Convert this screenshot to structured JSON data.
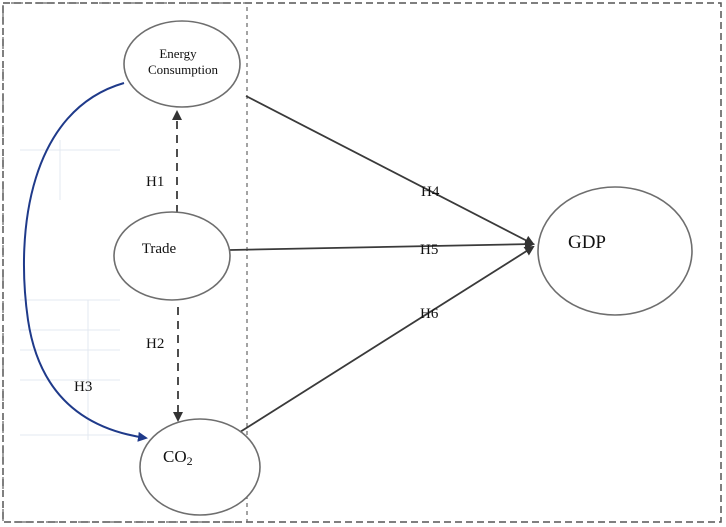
{
  "nodes": {
    "energy": {
      "line1": "Energy",
      "line2": "Consumption"
    },
    "trade": {
      "label": "Trade"
    },
    "co2": {
      "base": "CO",
      "sub": "2"
    },
    "gdp": {
      "label": "GDP"
    }
  },
  "edges": {
    "h1": "H1",
    "h2": "H2",
    "h3": "H3",
    "h4": "H4",
    "h5": "H5",
    "h6": "H6"
  },
  "colors": {
    "line": "#3a3a3a",
    "curve": "#1f3a8a",
    "node_stroke": "#6e6e6e",
    "frame": "#555555"
  }
}
